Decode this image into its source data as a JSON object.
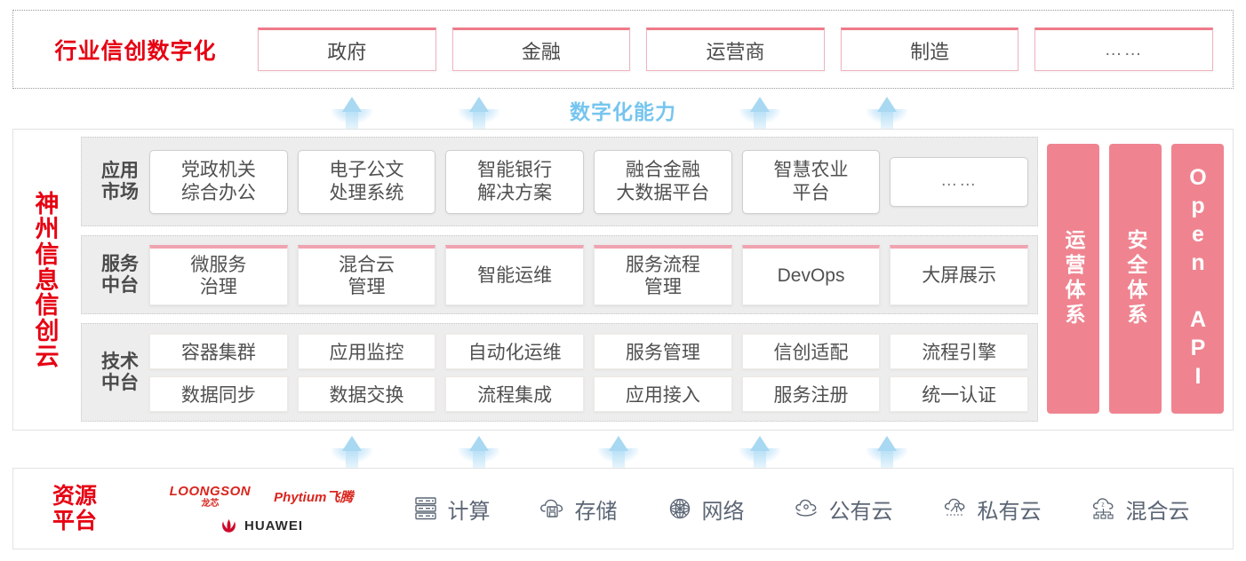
{
  "industry": {
    "title": "行业信创数字化",
    "tabs": [
      {
        "label": "政府"
      },
      {
        "label": "金融"
      },
      {
        "label": "运营商"
      },
      {
        "label": "制造"
      },
      {
        "label": "……"
      }
    ]
  },
  "digital_capability": {
    "label": "数字化能力"
  },
  "cloud": {
    "title": "神州信息信创云",
    "layers": [
      {
        "key": "app",
        "label": "应用\n市场",
        "label_lines": [
          "应用",
          "市场"
        ],
        "cards": [
          {
            "lines": [
              "党政机关",
              "综合办公"
            ]
          },
          {
            "lines": [
              "电子公文",
              "处理系统"
            ]
          },
          {
            "lines": [
              "智能银行",
              "解决方案"
            ]
          },
          {
            "lines": [
              "融合金融",
              "大数据平台"
            ]
          },
          {
            "lines": [
              "智慧农业",
              "平台"
            ]
          },
          {
            "lines": [
              "……"
            ],
            "dots": true
          }
        ]
      },
      {
        "key": "service",
        "label_lines": [
          "服务",
          "中台"
        ],
        "cards": [
          {
            "lines": [
              "微服务",
              "治理"
            ]
          },
          {
            "lines": [
              "混合云",
              "管理"
            ]
          },
          {
            "lines": [
              "智能运维"
            ]
          },
          {
            "lines": [
              "服务流程",
              "管理"
            ]
          },
          {
            "lines": [
              "DevOps"
            ]
          },
          {
            "lines": [
              "大屏展示"
            ]
          }
        ]
      },
      {
        "key": "tech",
        "label_lines": [
          "技术",
          "中台"
        ],
        "rows": [
          [
            "容器集群",
            "应用监控",
            "自动化运维",
            "服务管理",
            "信创适配",
            "流程引擎"
          ],
          [
            "数据同步",
            "数据交换",
            "流程集成",
            "应用接入",
            "服务注册",
            "统一认证"
          ]
        ]
      }
    ],
    "pillars": [
      {
        "label": "运营体系",
        "type": "cn"
      },
      {
        "label": "安全体系",
        "type": "cn"
      },
      {
        "label": "Open API",
        "type": "en"
      }
    ]
  },
  "resource": {
    "title_lines": [
      "资源",
      "平台"
    ],
    "vendors": [
      {
        "name": "LOONGSON",
        "sub": "龙芯",
        "id": "loongson"
      },
      {
        "name": "Phytium飞腾",
        "id": "phytium"
      },
      {
        "name": "HUAWEI",
        "id": "huawei"
      }
    ],
    "items": [
      {
        "label": "计算",
        "icon": "server-icon"
      },
      {
        "label": "存储",
        "icon": "cloud-storage-icon"
      },
      {
        "label": "网络",
        "icon": "network-icon"
      },
      {
        "label": "公有云",
        "icon": "public-cloud-icon"
      },
      {
        "label": "私有云",
        "icon": "private-cloud-icon"
      },
      {
        "label": "混合云",
        "icon": "hybrid-cloud-icon"
      }
    ]
  },
  "colors": {
    "brand_red": "#e60012",
    "tab_pink": "#ee7b8a",
    "pillar_pink": "#ef8490",
    "arrow_blue": "#a8d8f2",
    "capability_blue": "#76c5ef",
    "layer_gray": "#ededed"
  }
}
